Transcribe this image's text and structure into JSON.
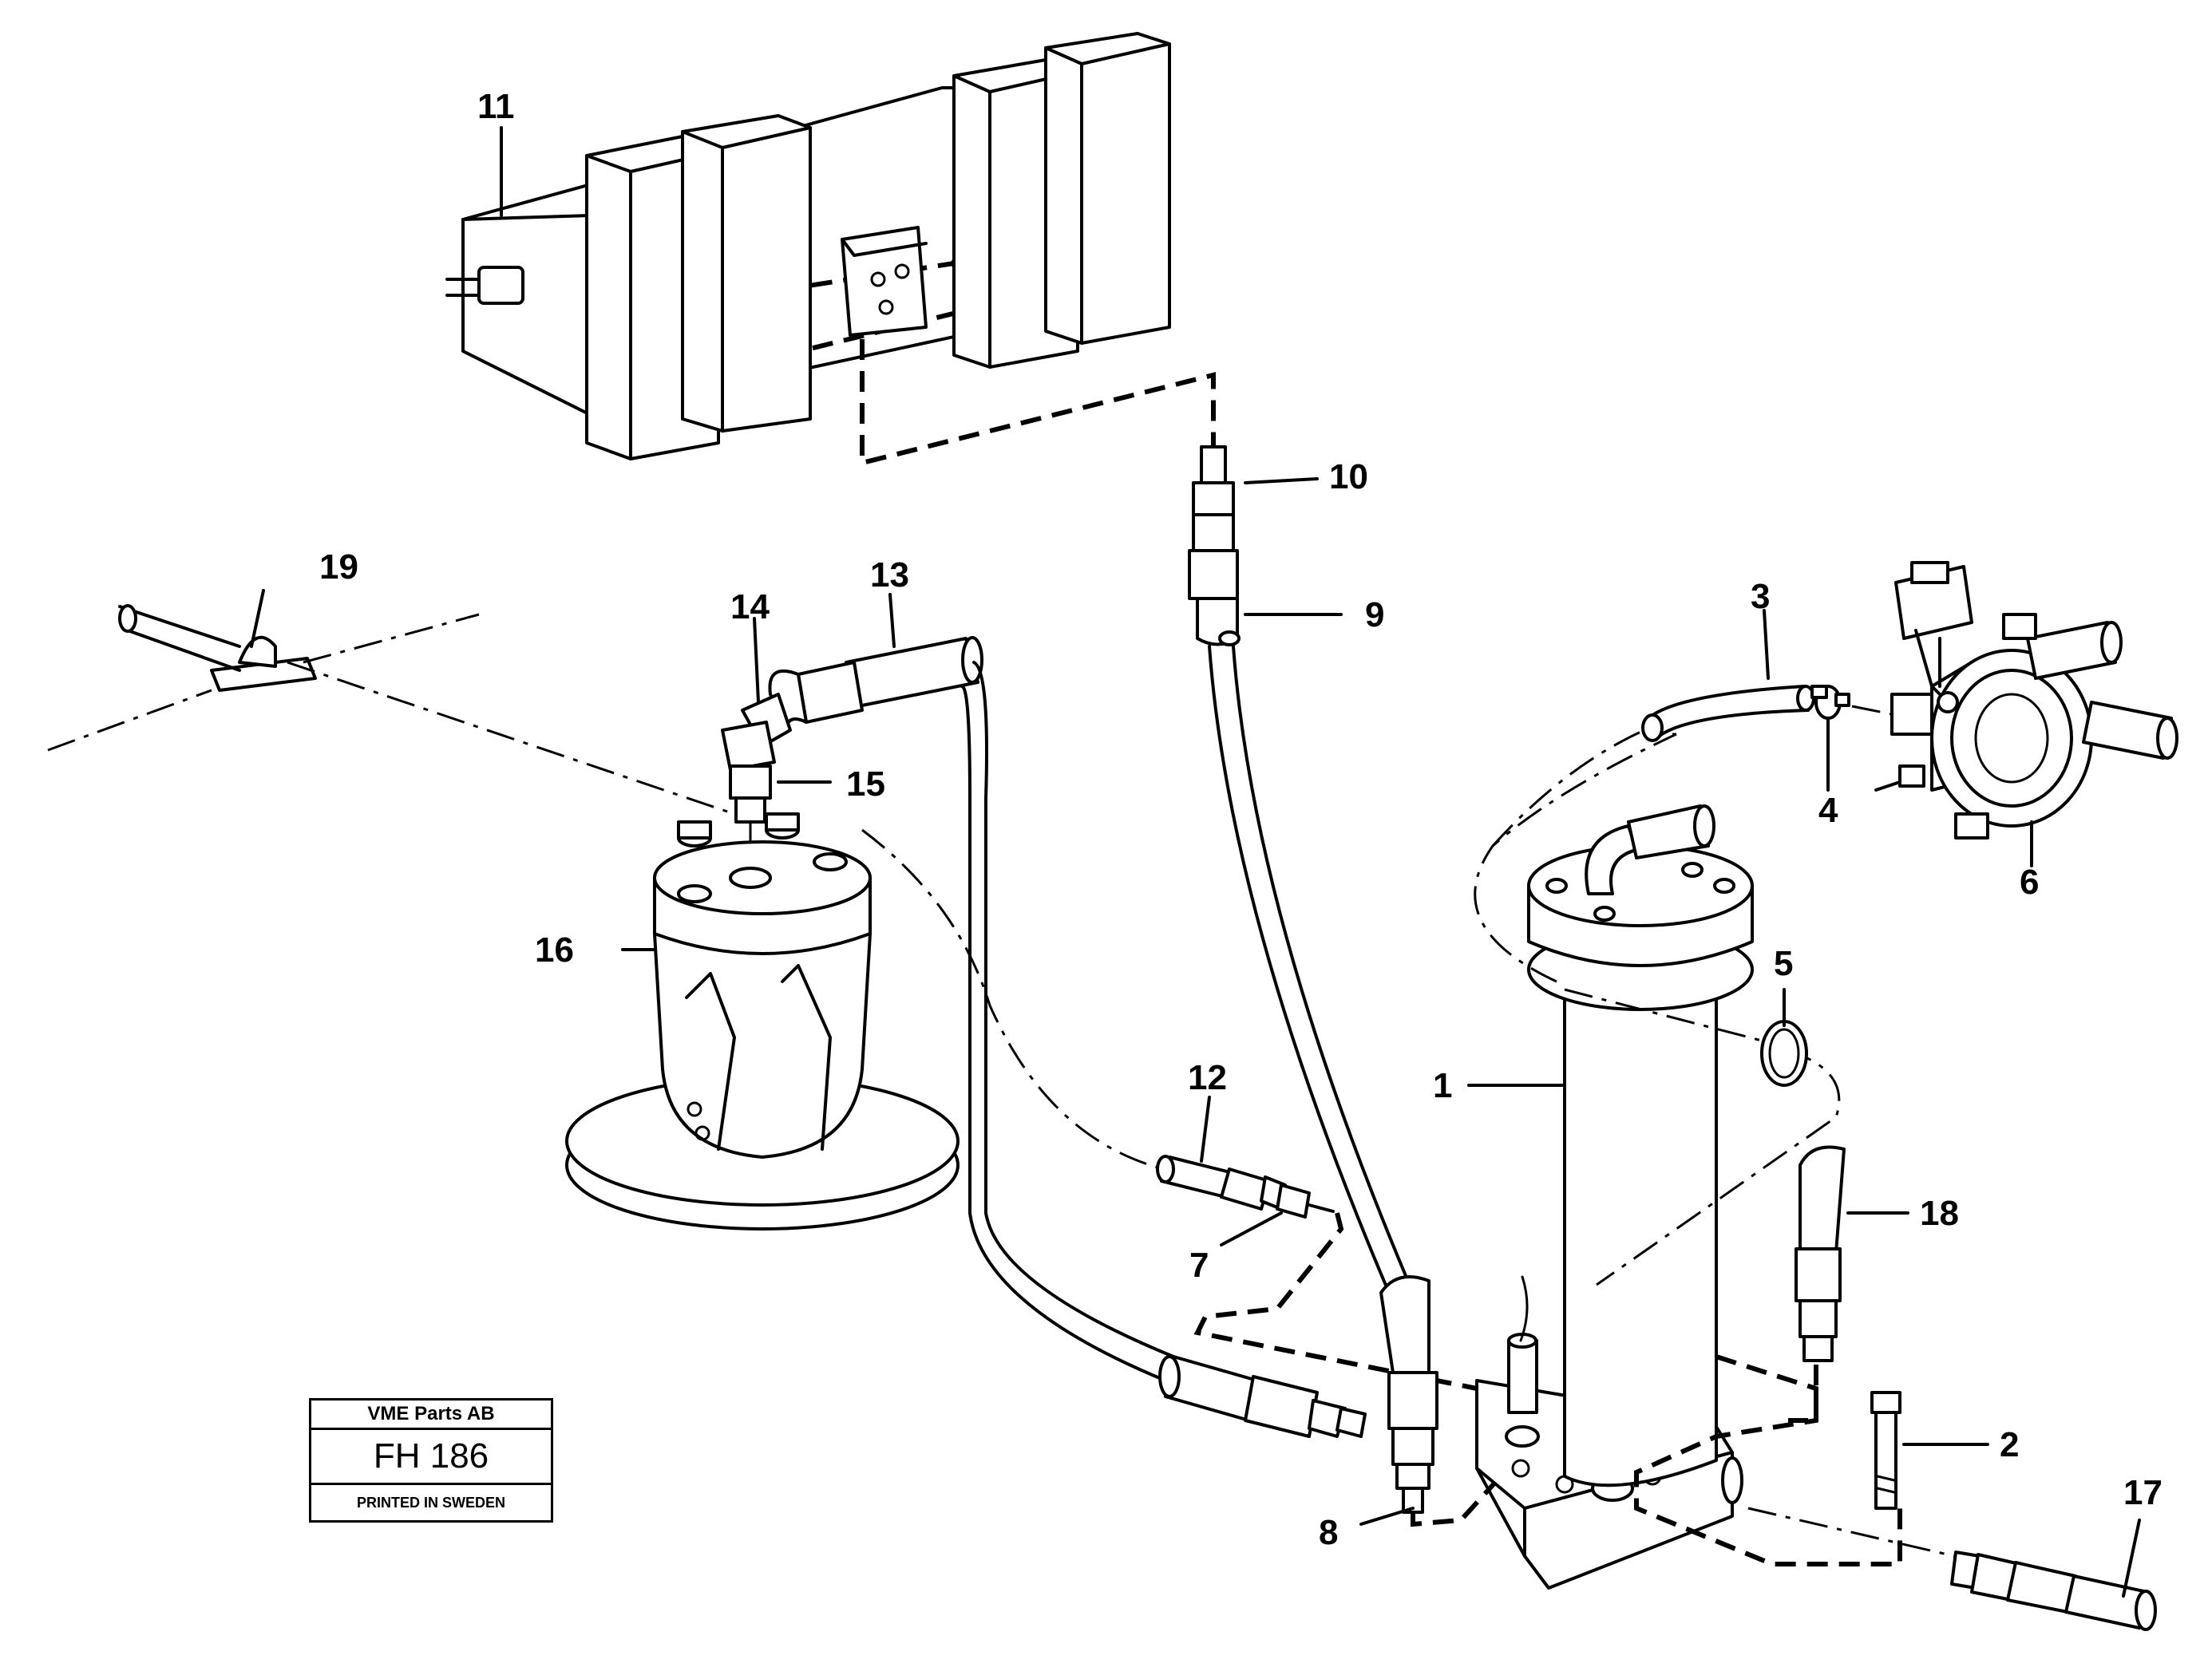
{
  "callouts": {
    "c1": "1",
    "c2": "2",
    "c3": "3",
    "c4": "4",
    "c5": "5",
    "c6": "6",
    "c7": "7",
    "c8": "8",
    "c9": "9",
    "c10": "10",
    "c11": "11",
    "c12": "12",
    "c13": "13",
    "c14": "14",
    "c15": "15",
    "c16": "16",
    "c17": "17",
    "c18": "18",
    "c19": "19"
  },
  "stamp": {
    "company": "VME Parts AB",
    "code": "FH 186",
    "printed": "PRINTED IN SWEDEN"
  },
  "colors": {
    "ink": "#000000",
    "paper": "#ffffff"
  }
}
